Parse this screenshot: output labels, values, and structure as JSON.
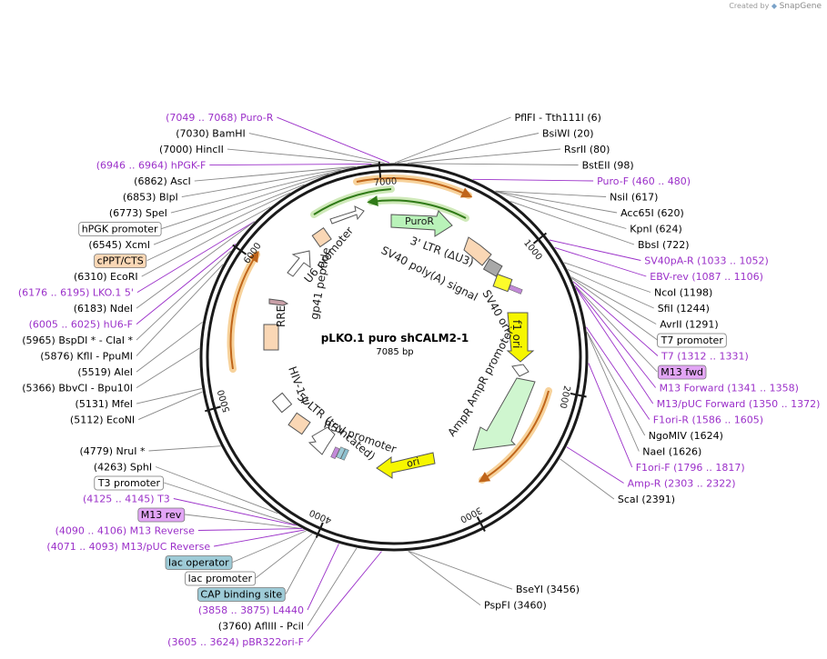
{
  "credit": {
    "prefix": "Created by",
    "brand": "SnapGene"
  },
  "map": {
    "name": "pLKO.1 puro shCALM2-1",
    "length_label": "7085 bp",
    "total_bp": 7085,
    "colors": {
      "enzyme": "#000000",
      "primer": "#9b30c9",
      "leader_enzyme": "#888888",
      "leader_primer": "#9b30c9"
    },
    "ticks": [
      {
        "label": "1000",
        "pos": 1000
      },
      {
        "label": "2000",
        "pos": 2000
      },
      {
        "label": "3000",
        "pos": 3000
      },
      {
        "label": "4000",
        "pos": 4000
      },
      {
        "label": "5000",
        "pos": 5000
      },
      {
        "label": "6000",
        "pos": 6000
      },
      {
        "label": "7000",
        "pos": 7000
      }
    ],
    "labels": [
      {
        "kind": "primer",
        "text": "(7049 .. 7068)  Puro-R",
        "pos": 7058
      },
      {
        "kind": "enzyme",
        "text": "PflFI  - Tth111I   (6)",
        "pos": 6
      },
      {
        "kind": "enzyme",
        "text": "BsiWI   (20)",
        "pos": 20
      },
      {
        "kind": "enzyme",
        "text": "RsrII   (80)",
        "pos": 80
      },
      {
        "kind": "enzyme",
        "text": "BstEII   (98)",
        "pos": 98
      },
      {
        "kind": "enzyme",
        "text": "(7030)  BamHI",
        "pos": 7030
      },
      {
        "kind": "enzyme",
        "text": "(7000)  HincII",
        "pos": 7000
      },
      {
        "kind": "primer",
        "text": "(6946 .. 6964)  hPGK-F",
        "pos": 6955
      },
      {
        "kind": "primer",
        "text": "Puro-F    (460 .. 480)",
        "pos": 470
      },
      {
        "kind": "enzyme",
        "text": "(6862)  AscI",
        "pos": 6862
      },
      {
        "kind": "enzyme",
        "text": "(6853)  BlpI",
        "pos": 6853
      },
      {
        "kind": "enzyme",
        "text": "(6773)  SpeI",
        "pos": 6773
      },
      {
        "kind": "enzyme",
        "text": "NsiI   (617)",
        "pos": 617
      },
      {
        "kind": "enzyme",
        "text": "Acc65I   (620)",
        "pos": 620
      },
      {
        "kind": "enzyme",
        "text": "KpnI   (624)",
        "pos": 624
      },
      {
        "kind": "enzyme",
        "text": "BbsI   (722)",
        "pos": 722
      },
      {
        "kind": "feature",
        "text": "hPGK promoter",
        "pos": 6700
      },
      {
        "kind": "enzyme",
        "text": "(6545)  XcmI",
        "pos": 6545
      },
      {
        "kind": "primer",
        "text": "SV40pA-R    (1033 .. 1052)",
        "pos": 1042
      },
      {
        "kind": "primer",
        "text": "EBV-rev    (1087 .. 1106)",
        "pos": 1096
      },
      {
        "kind": "feature-peach",
        "text": "cPPT/CTS",
        "pos": 6450
      },
      {
        "kind": "enzyme",
        "text": "NcoI   (1198)",
        "pos": 1198
      },
      {
        "kind": "enzyme",
        "text": "SfiI   (1244)",
        "pos": 1244
      },
      {
        "kind": "enzyme",
        "text": "(6310)  EcoRI",
        "pos": 6310
      },
      {
        "kind": "enzyme",
        "text": "AvrII   (1291)",
        "pos": 1291
      },
      {
        "kind": "enzyme",
        "text": "(6183)  NdeI",
        "pos": 6183
      },
      {
        "kind": "feature",
        "text": "T7 promoter",
        "pos": 1300
      },
      {
        "kind": "primer",
        "text": "(6176 .. 6195)  LKO.1 5'",
        "pos": 6185
      },
      {
        "kind": "primer",
        "text": "T7    (1312 .. 1331)",
        "pos": 1321
      },
      {
        "kind": "primer",
        "text": "(6005 .. 6025)  hU6-F",
        "pos": 6015
      },
      {
        "kind": "feature-violet",
        "text": "M13 fwd",
        "pos": 1345
      },
      {
        "kind": "enzyme",
        "text": "(5965)  BspDI *  - ClaI *",
        "pos": 5965
      },
      {
        "kind": "enzyme",
        "text": "(5876)  KflI  - PpuMI",
        "pos": 5876
      },
      {
        "kind": "primer",
        "text": "M13 Forward    (1341 .. 1358)",
        "pos": 1349
      },
      {
        "kind": "primer",
        "text": "M13/pUC Forward    (1350 .. 1372)",
        "pos": 1361
      },
      {
        "kind": "enzyme",
        "text": "(5519)  AleI",
        "pos": 5519
      },
      {
        "kind": "primer",
        "text": "F1ori-R    (1586 .. 1605)",
        "pos": 1595
      },
      {
        "kind": "enzyme",
        "text": "(5366)  BbvCI  - Bpu10I",
        "pos": 5366
      },
      {
        "kind": "enzyme",
        "text": "NgoMIV    (1624)",
        "pos": 1624
      },
      {
        "kind": "enzyme",
        "text": "NaeI   (1626)",
        "pos": 1626
      },
      {
        "kind": "primer",
        "text": "F1ori-F    (1796 .. 1817)",
        "pos": 1806
      },
      {
        "kind": "enzyme",
        "text": "(5131)  MfeI",
        "pos": 5131
      },
      {
        "kind": "enzyme",
        "text": "(5112)  EcoNI",
        "pos": 5112
      },
      {
        "kind": "enzyme",
        "text": "(4779)  NruI *",
        "pos": 4779
      },
      {
        "kind": "primer",
        "text": "Amp-R    (2303 .. 2322)",
        "pos": 2312
      },
      {
        "kind": "enzyme",
        "text": "(4263)  SphI",
        "pos": 4263
      },
      {
        "kind": "enzyme",
        "text": "ScaI    (2391)",
        "pos": 2391
      },
      {
        "kind": "feature",
        "text": "T3 promoter",
        "pos": 4145
      },
      {
        "kind": "primer",
        "text": "(4125 .. 4145)  T3",
        "pos": 4135
      },
      {
        "kind": "feature-violet",
        "text": "M13 rev",
        "pos": 4100
      },
      {
        "kind": "primer",
        "text": "(4090 .. 4106)  M13 Reverse",
        "pos": 4098
      },
      {
        "kind": "feature-blue",
        "text": "lac operator",
        "pos": 4070
      },
      {
        "kind": "primer",
        "text": "(4071 .. 4093)  M13/pUC Reverse",
        "pos": 4082
      },
      {
        "kind": "feature",
        "text": "lac promoter",
        "pos": 4030
      },
      {
        "kind": "feature-blue",
        "text": "CAP binding site",
        "pos": 4000
      },
      {
        "kind": "primer",
        "text": "(3858 .. 3875)  L4440",
        "pos": 3866
      },
      {
        "kind": "enzyme",
        "text": "(3760)  AflIII   - PciI",
        "pos": 3760
      },
      {
        "kind": "primer",
        "text": "(3605 .. 3624)  pBR322ori-F",
        "pos": 3614
      },
      {
        "kind": "enzyme",
        "text": "BseYI    (3456)",
        "pos": 3456
      },
      {
        "kind": "enzyme",
        "text": "PspFI    (3460)",
        "pos": 3460
      }
    ],
    "feature_labels": [
      "PuroR",
      "3' LTR (ΔU3)",
      "SV40 poly(A) signal",
      "SV40 ori",
      "f1 ori",
      "AmpR promoter",
      "AmpR",
      "ori",
      "RSV promoter",
      "5' LTR (truncated)",
      "HIV-1 Ψ",
      "RRE",
      "gp41 peptide",
      "U6 promoter"
    ]
  }
}
